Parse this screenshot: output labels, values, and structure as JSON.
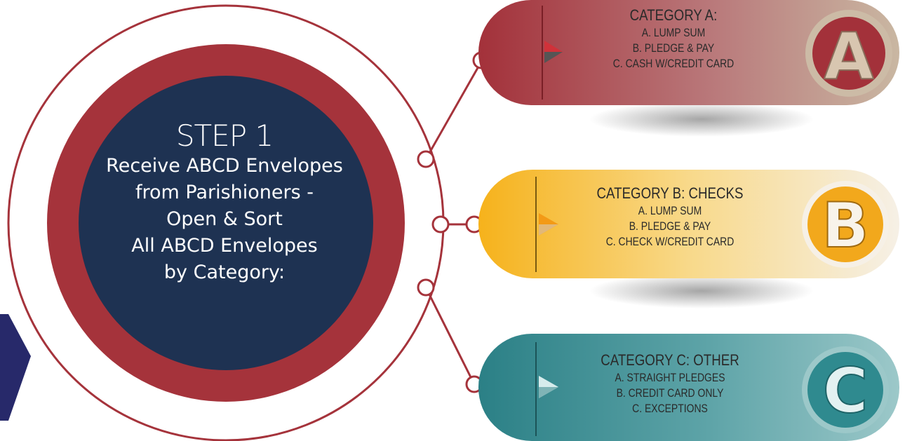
{
  "step": {
    "title": "STEP 1",
    "lines": [
      "Receive ABCD Envelopes",
      "from Parishioners -",
      "Open & Sort",
      "All ABCD Envelopes",
      "by Category:"
    ]
  },
  "categories": [
    {
      "title": "CATEGORY A:",
      "items": [
        "A. LUMP SUM",
        "B. PLEDGE & PAY",
        "C. CASH W/CREDIT CARD"
      ],
      "badge_letter": "A",
      "color_from": "#a3313a",
      "color_to": "#c7b29c"
    },
    {
      "title": "CATEGORY B: CHECKS",
      "items": [
        "A. LUMP SUM",
        "B. PLEDGE & PAY",
        "C. CHECK W/CREDIT CARD"
      ],
      "badge_letter": "B",
      "color_from": "#f6b41e",
      "color_to": "#f6f0e6"
    },
    {
      "title": "CATEGORY C: OTHER",
      "items": [
        "A. STRAIGHT PLEDGES",
        "B. CREDIT CARD ONLY",
        "C. EXCEPTIONS"
      ],
      "badge_letter": "C",
      "color_from": "#2e8489",
      "color_to": "#9ac6c7"
    }
  ],
  "colors": {
    "hub_fill": "#1e3252",
    "hub_ring": "#a5333b",
    "outline": "#a5333b",
    "arrow": "#27296a"
  }
}
